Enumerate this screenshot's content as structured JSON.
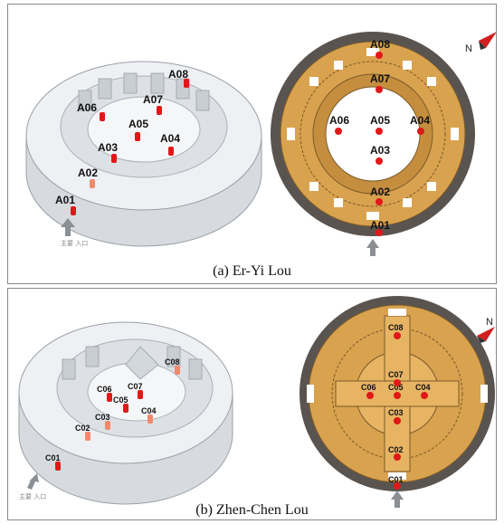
{
  "panels": [
    {
      "caption": "(a) Er-Yi Lou",
      "axo_labels": [
        "A01",
        "A02",
        "A03",
        "A04",
        "A05",
        "A06",
        "A07",
        "A08"
      ],
      "plan_labels": [
        "A01",
        "A02",
        "A03",
        "A04",
        "A05",
        "A06",
        "A07",
        "A08"
      ],
      "entrance_text": "主要\n入口",
      "north": "N"
    },
    {
      "caption": "(b) Zhen-Chen Lou",
      "axo_labels": [
        "C01",
        "C02",
        "C03",
        "C04",
        "C05",
        "C06",
        "C07",
        "C08"
      ],
      "plan_labels": [
        "C01",
        "C02",
        "C03",
        "C04",
        "C05",
        "C06",
        "C07",
        "C08"
      ],
      "entrance_text": "主要\n入口",
      "north": "N"
    }
  ],
  "colors": {
    "marker": "#e01818",
    "marker_faded": "#f08a6a",
    "plan_ring": "#5a5450",
    "plan_fill": "#d9a24e",
    "plan_court": "#ffffff",
    "building": "#e9ecef"
  }
}
